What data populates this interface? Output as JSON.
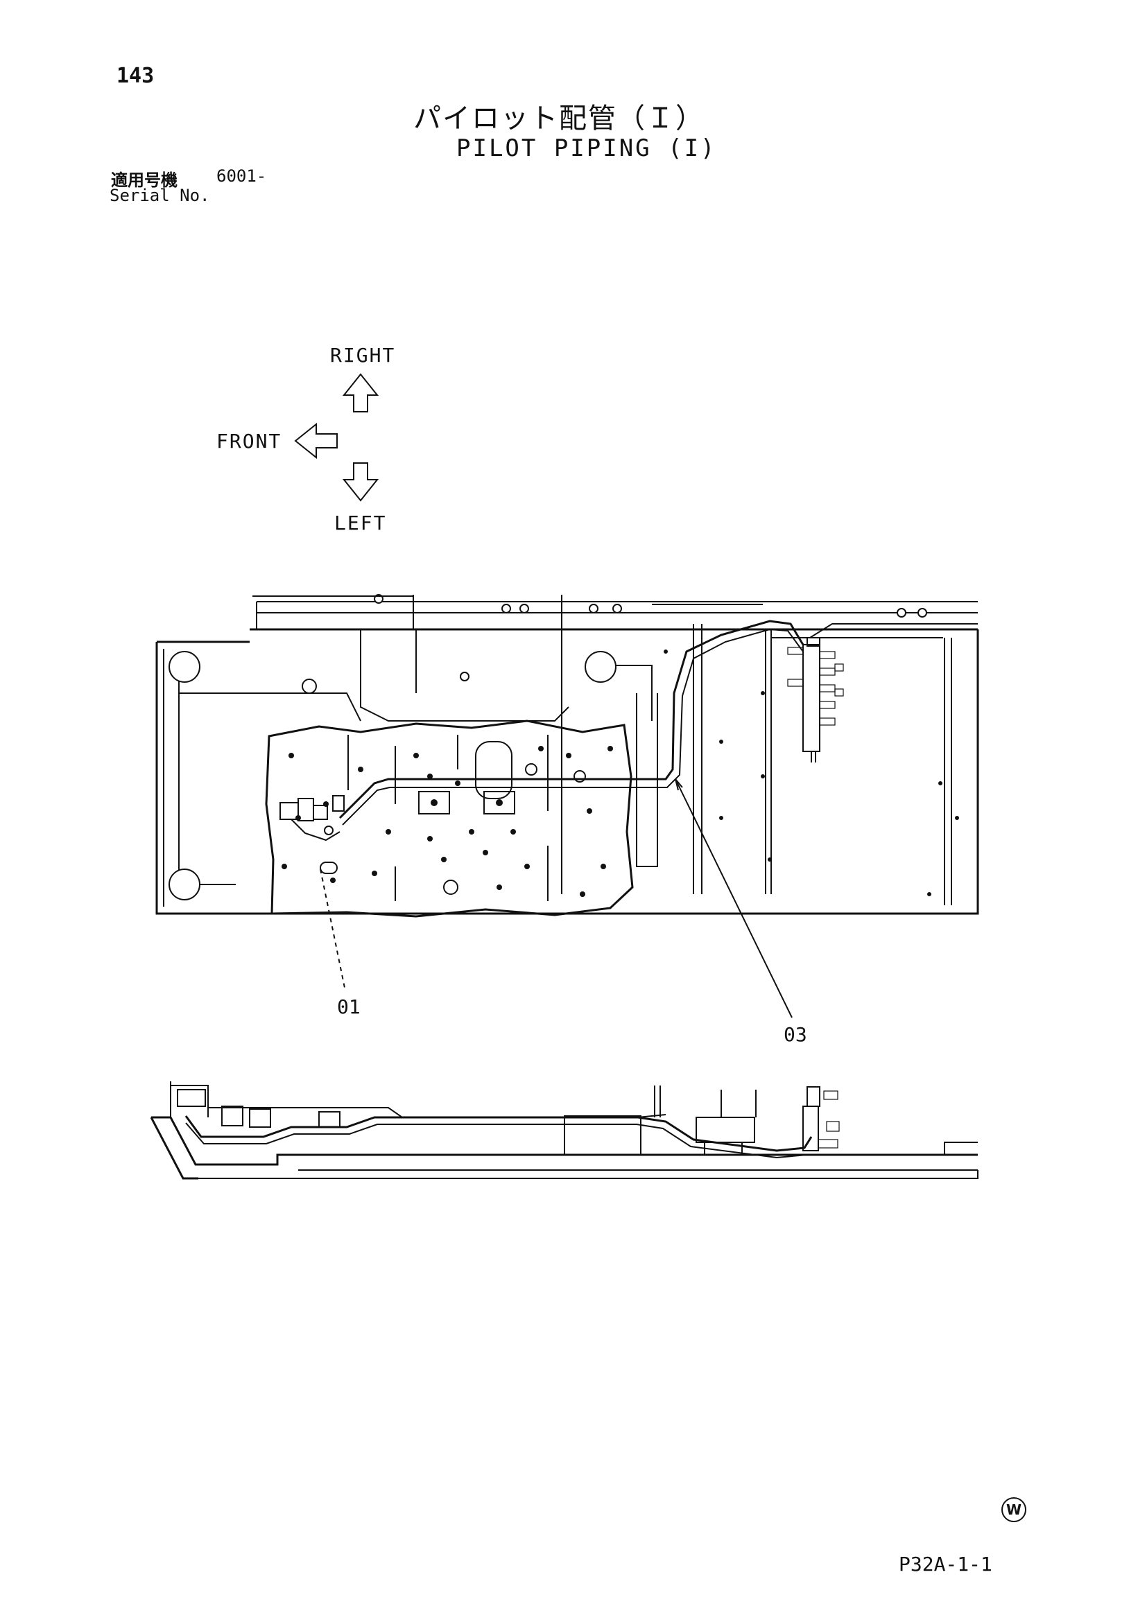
{
  "page_number": "143",
  "title": {
    "japanese": "パイロット配管（Ｉ）",
    "english": "PILOT PIPING (I)"
  },
  "serial": {
    "label_japanese": "適用号機",
    "value": "6001-",
    "label_english": "Serial No."
  },
  "orientation": {
    "right": "RIGHT",
    "front": "FRONT",
    "left": "LEFT"
  },
  "callouts": [
    {
      "label": "01"
    },
    {
      "label": "03"
    }
  ],
  "symbol": "W",
  "document_code": "P32A-1-1",
  "icons": [
    "arrow-up-icon",
    "arrow-left-icon",
    "arrow-down-icon",
    "circled-w-icon"
  ]
}
